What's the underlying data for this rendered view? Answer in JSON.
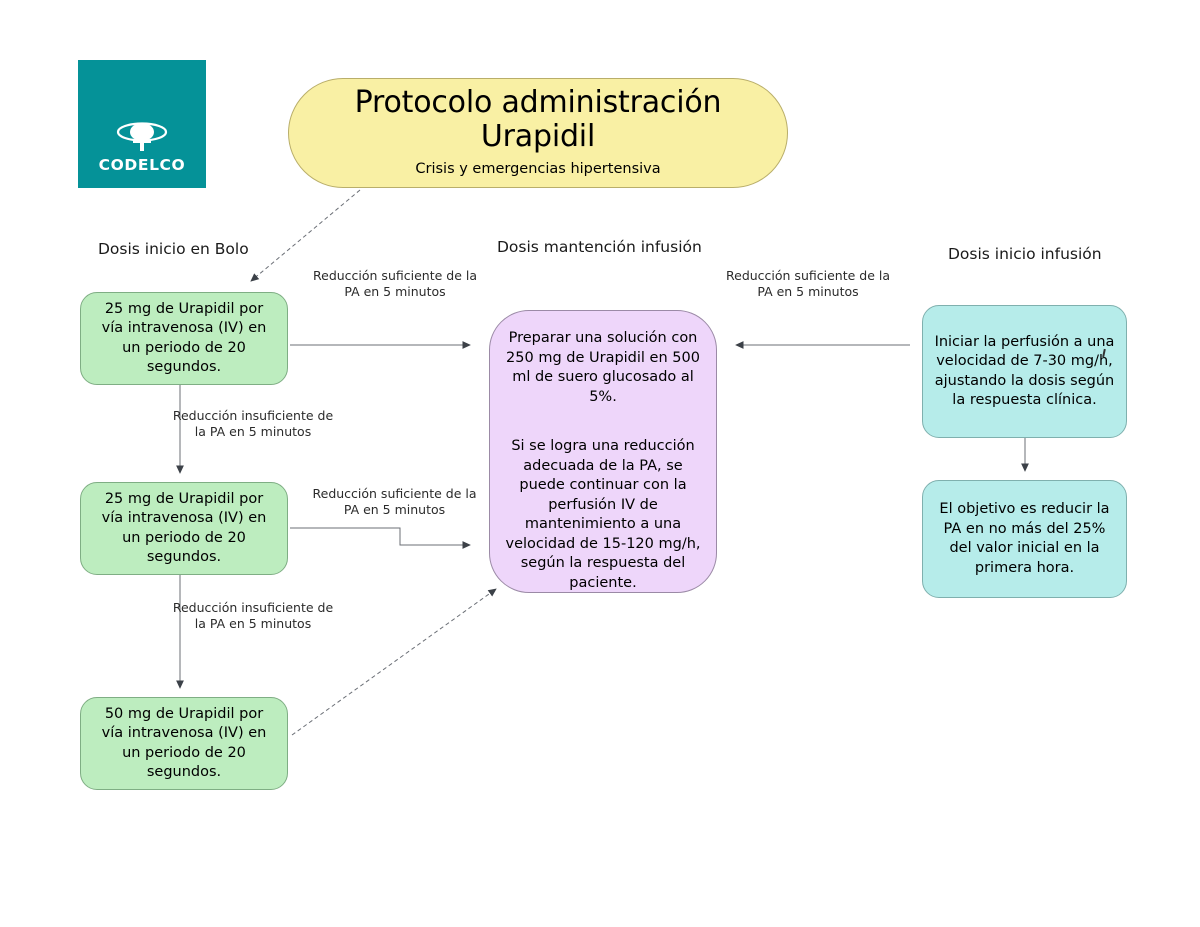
{
  "logo": {
    "wordmark": "CODELCO",
    "icon": "codelco-emblem-icon",
    "background_color": "#059298"
  },
  "title": {
    "main_line_1": "Protocolo administración",
    "main_line_2": "Urapidil",
    "subtitle": "Crisis y emergencias hipertensiva",
    "background_color": "#f9f0a4"
  },
  "columns": {
    "bolus_heading": "Dosis inicio en Bolo",
    "maintenance_heading": "Dosis mantención infusión",
    "infusion_heading": "Dosis inicio infusión"
  },
  "nodes": {
    "bolus_1": {
      "line_1": "25 mg de Urapidil por",
      "line_2": "vía intravenosa (IV) en",
      "line_3": "un periodo de 20",
      "line_4": "segundos.",
      "color": "#bdedbf"
    },
    "bolus_2": {
      "line_1": "25 mg de Urapidil por",
      "line_2": "vía intravenosa (IV) en",
      "line_3": "un periodo de 20",
      "line_4": "segundos.",
      "color": "#bdedbf"
    },
    "bolus_3": {
      "line_1": "50 mg de Urapidil por",
      "line_2": "vía intravenosa (IV) en",
      "line_3": "un periodo de 20",
      "line_4": "segundos.",
      "color": "#bdedbf"
    },
    "maintenance": {
      "paragraph_1": "Preparar una solución con 250 mg de Urapidil en 500 ml de suero glucosado al 5%.",
      "paragraph_2": "Si se logra una reducción adecuada de la PA, se puede continuar con la perfusión IV de mantenimiento a una velocidad de 15-120 mg/h, según la respuesta del paciente.",
      "color": "#eed6fa"
    },
    "infusion_start": {
      "text": "Iniciar la perfusión a una velocidad de 7-30 mg/h, ajustando la dosis según la respuesta clínica.",
      "color": "#b6ecea"
    },
    "infusion_goal": {
      "text": "El objetivo es reducir la PA en no más del 25% del valor inicial en la primera hora.",
      "color": "#b6ecea"
    }
  },
  "edge_labels": {
    "sufficient_top": "Reducción suficiente de la PA en 5 minutos",
    "insufficient_1": "Reducción insuficiente de la PA en 5 minutos",
    "sufficient_middle": "Reducción suficiente de la PA en 5 minutos",
    "insufficient_2": "Reducción insuficiente de la PA en 5 minutos",
    "sufficient_right": "Reducción suficiente de la PA en 5 minutos"
  }
}
